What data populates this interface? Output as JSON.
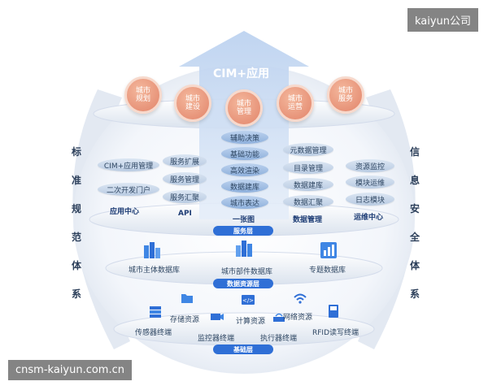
{
  "watermark_top": "kaiyun公司",
  "watermark_bottom": "cnsm-kaiyun.com.cn",
  "top_arrow": "CIM+应用",
  "city_apps": [
    "城市\n规划",
    "城市\n建设",
    "城市\n管理",
    "城市\n运营",
    "城市\n服务"
  ],
  "left_vertical": [
    "标",
    "准",
    "规",
    "范",
    "体",
    "系"
  ],
  "right_vertical": [
    "信",
    "息",
    "安",
    "全",
    "体",
    "系"
  ],
  "service": {
    "app_center": {
      "items": [
        "CIM+应用管理",
        "二次开发门户"
      ],
      "label": "应用中心"
    },
    "api": {
      "items": [
        "服务扩展",
        "服务管理",
        "服务汇聚"
      ],
      "label": "API"
    },
    "one_map": {
      "items": [
        "辅助决策",
        "基础功能",
        "高效渲染",
        "数据建库",
        "城市表达"
      ],
      "label": "一张图"
    },
    "data_mgmt": {
      "items": [
        "元数据管理",
        "目录管理",
        "数据建库",
        "数据汇聚"
      ],
      "label": "数据管理"
    },
    "ops_center": {
      "items": [
        "资源监控",
        "模块运维",
        "日志模块"
      ],
      "label": "运维中心"
    },
    "layer_label": "服务层"
  },
  "data_layer": {
    "items": [
      "城市主体数据库",
      "城市部件数据库",
      "专题数据库"
    ],
    "layer_label": "数据资源层"
  },
  "base_layer": {
    "top_items": [
      "存储资源",
      "计算资源",
      "网络资源"
    ],
    "bottom_items": [
      "传感器终端",
      "监控器终端",
      "执行器终端",
      "RFID读写终端"
    ],
    "layer_label": "基础层"
  }
}
